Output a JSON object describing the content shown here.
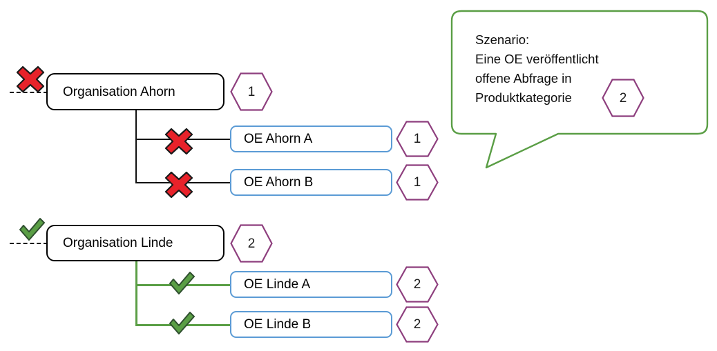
{
  "diagram": {
    "title_text_present": false,
    "colors": {
      "org_border": "#000000",
      "oe_border": "#5b9bd5",
      "hex_border": "#8e3f7e",
      "green_line": "#5a9e45",
      "black_line": "#111111",
      "check_fill": "#5a9e45",
      "check_outline": "#2f4f2f",
      "cross_fill": "#e8222a",
      "cross_outline": "#1a1a1a",
      "bubble_border": "#5a9e45",
      "text": "#000000"
    },
    "groups": [
      {
        "id": "ahorn",
        "status": "cross",
        "parent": {
          "label": "Organisation Ahorn",
          "badge": "1",
          "mark": "cross-icon"
        },
        "children": [
          {
            "label": "OE Ahorn A",
            "badge": "1",
            "mark": "cross-icon"
          },
          {
            "label": "OE Ahorn B",
            "badge": "1",
            "mark": "cross-icon"
          }
        ]
      },
      {
        "id": "linde",
        "status": "check",
        "parent": {
          "label": "Organisation Linde",
          "badge": "2",
          "mark": "check-icon"
        },
        "children": [
          {
            "label": "OE Linde A",
            "badge": "2",
            "mark": "check-icon"
          },
          {
            "label": "OE Linde B",
            "badge": "2",
            "mark": "check-icon"
          }
        ]
      }
    ],
    "callout": {
      "line1": "Szenario:",
      "line2": "Eine OE veröffentlicht",
      "line3": "offene Abfrage in",
      "line4": "Produktkategorie",
      "badge": "2"
    }
  }
}
